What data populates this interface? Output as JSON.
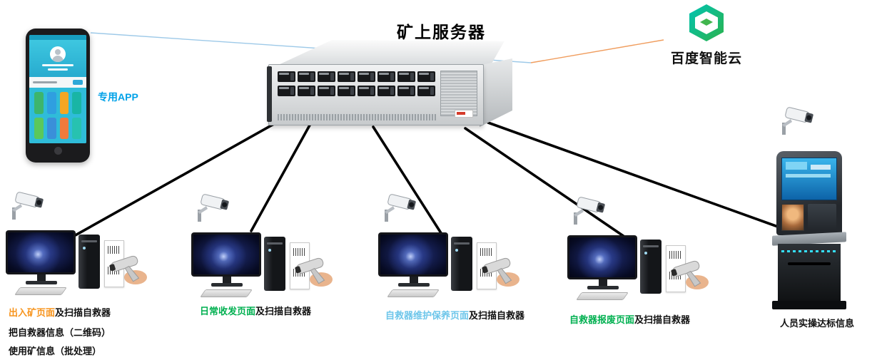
{
  "title": "矿上服务器",
  "phone": {
    "label": "专用APP",
    "label_color": "#00a2e8"
  },
  "cloud": {
    "label": "百度智能云"
  },
  "stations": [
    {
      "highlight": "出入矿页面",
      "rest": "及扫描自救器",
      "highlight_color": "#f7941d"
    },
    {
      "highlight": "日常收发页面",
      "rest": "及扫描自救器",
      "highlight_color": "#00b050"
    },
    {
      "highlight": "自救器维护保养页面",
      "rest": "及扫描自救器",
      "highlight_color": "#6ec6ea"
    },
    {
      "highlight": "自救器报废页面",
      "rest": "及扫描自救器",
      "highlight_color": "#00b050"
    }
  ],
  "notes": [
    "把自救器信息（二维码）",
    "使用矿信息（批处理）"
  ],
  "kiosk": {
    "label": "人员实操达标信息"
  },
  "colors": {
    "link_black": "#000000",
    "link_blue": "#9dc9e8",
    "link_orange": "#f09d5e"
  },
  "icons": {
    "phone": "smartphone-icon",
    "server": "rack-server-icon",
    "cloud_logo": "baidu-cloud-logo-icon",
    "camera": "cctv-camera-icon",
    "monitor": "desktop-monitor-icon",
    "tower": "pc-tower-icon",
    "scanner": "barcode-scanner-icon",
    "kiosk": "kiosk-terminal-icon"
  }
}
